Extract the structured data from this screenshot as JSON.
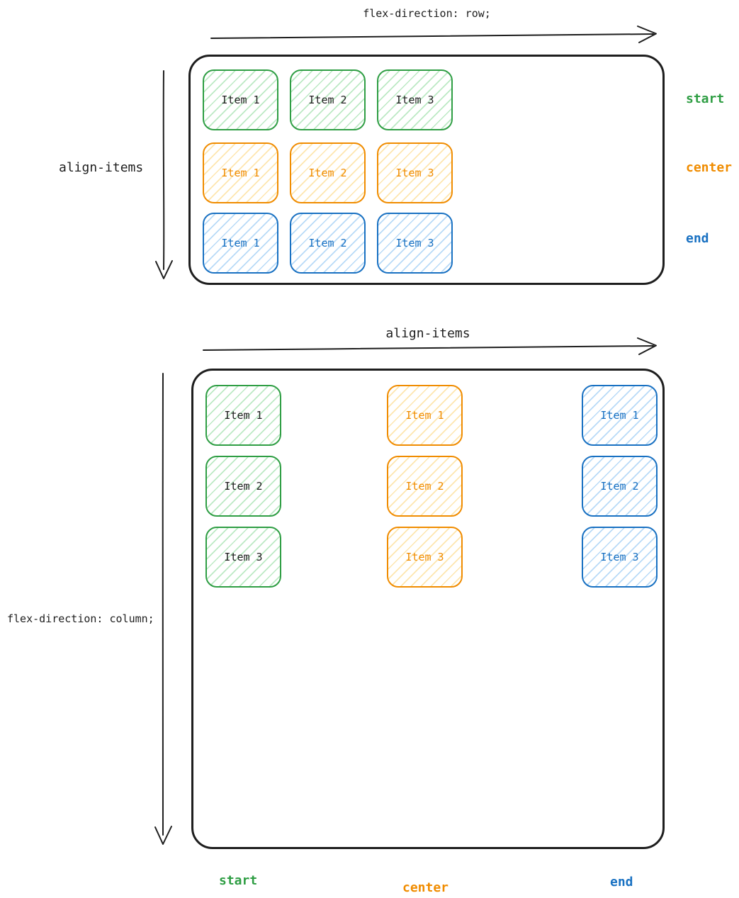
{
  "palette": {
    "ink": "#1e1e1e",
    "green": "#2f9e44",
    "orange": "#f08c00",
    "blue": "#1971c2",
    "green_hatch": "#b2f2bb",
    "orange_hatch": "#ffec99",
    "blue_hatch": "#a5d8ff"
  },
  "row_diagram": {
    "main_axis_label": "flex-direction: row;",
    "cross_axis_label": "align-items",
    "groups": [
      {
        "value": "start",
        "color": "#2f9e44",
        "items": [
          "Item 1",
          "Item 2",
          "Item 3"
        ]
      },
      {
        "value": "center",
        "color": "#f08c00",
        "items": [
          "Item 1",
          "Item 2",
          "Item 3"
        ]
      },
      {
        "value": "end",
        "color": "#1971c2",
        "items": [
          "Item 1",
          "Item 2",
          "Item 3"
        ]
      }
    ]
  },
  "column_diagram": {
    "main_axis_label": "align-items",
    "cross_axis_label": "flex-direction: column;",
    "groups": [
      {
        "value": "start",
        "color": "#2f9e44",
        "items": [
          "Item 1",
          "Item 2",
          "Item 3"
        ]
      },
      {
        "value": "center",
        "color": "#f08c00",
        "items": [
          "Item 1",
          "Item 2",
          "Item 3"
        ]
      },
      {
        "value": "end",
        "color": "#1971c2",
        "items": [
          "Item 1",
          "Item 2",
          "Item 3"
        ]
      }
    ]
  }
}
